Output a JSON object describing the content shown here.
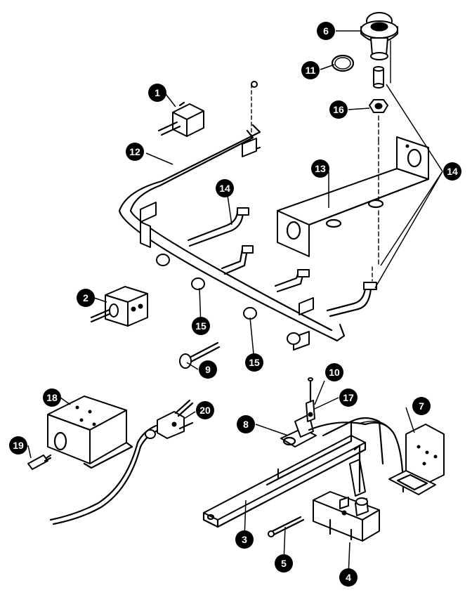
{
  "callouts": [
    {
      "id": "c1",
      "label": "1"
    },
    {
      "id": "c2",
      "label": "2"
    },
    {
      "id": "c3",
      "label": "3"
    },
    {
      "id": "c4",
      "label": "4"
    },
    {
      "id": "c5",
      "label": "5"
    },
    {
      "id": "c6",
      "label": "6"
    },
    {
      "id": "c7",
      "label": "7"
    },
    {
      "id": "c8",
      "label": "8"
    },
    {
      "id": "c9",
      "label": "9"
    },
    {
      "id": "c10",
      "label": "10"
    },
    {
      "id": "c11",
      "label": "11"
    },
    {
      "id": "c12",
      "label": "12"
    },
    {
      "id": "c13",
      "label": "13"
    },
    {
      "id": "c14a",
      "label": "14"
    },
    {
      "id": "c14b",
      "label": "14"
    },
    {
      "id": "c15a",
      "label": "15"
    },
    {
      "id": "c15b",
      "label": "15"
    },
    {
      "id": "c16",
      "label": "16"
    },
    {
      "id": "c17",
      "label": "17"
    },
    {
      "id": "c18",
      "label": "18"
    },
    {
      "id": "c19",
      "label": "19"
    },
    {
      "id": "c20",
      "label": "20"
    }
  ]
}
